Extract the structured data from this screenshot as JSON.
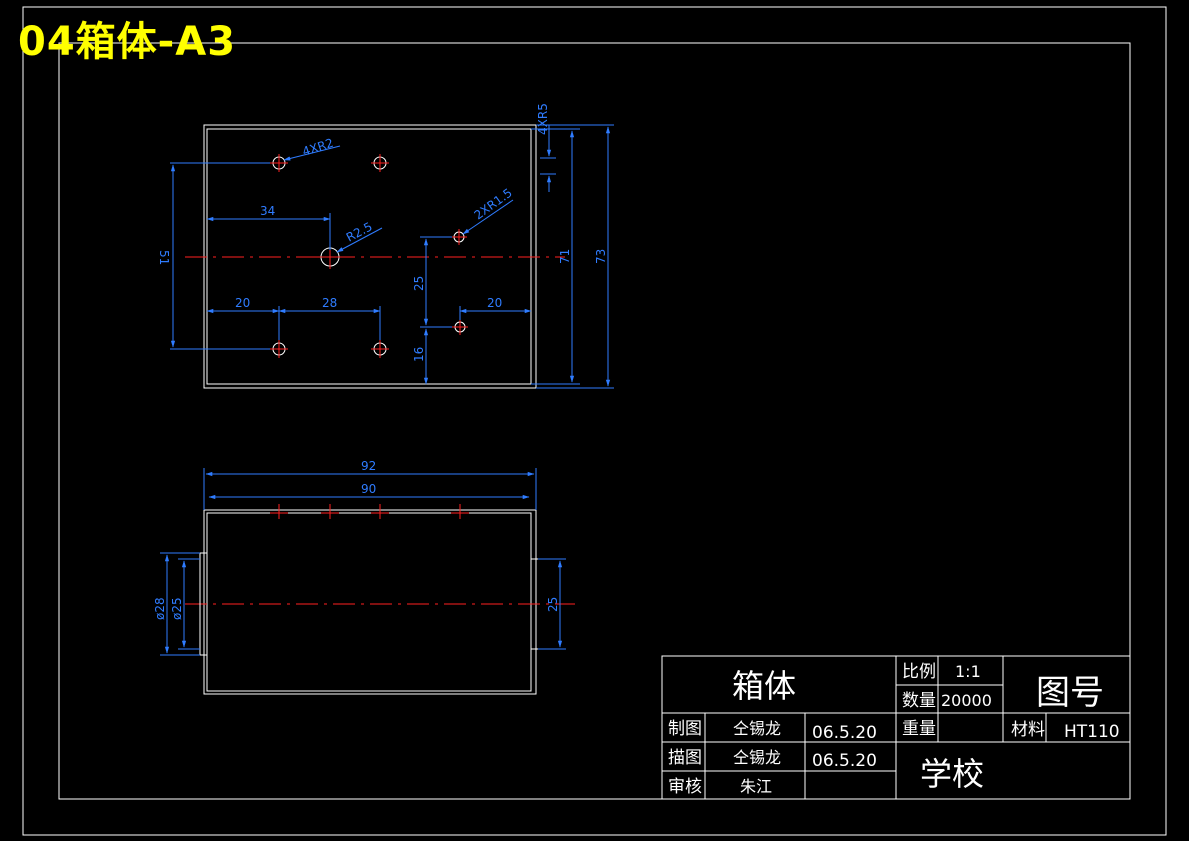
{
  "header": {
    "title": "04箱体-A3"
  },
  "colors": {
    "outline": "#ffffff",
    "dimension": "#2f7cff",
    "centerline": "#ff2020",
    "title": "#ffff00",
    "background": "#000000"
  },
  "top_view": {
    "dims": {
      "holes_4": "4XR2",
      "holes_2": "2XR1.5",
      "big_hole": "R2.5",
      "corner": "4XR5",
      "d34": "34",
      "d51": "51",
      "d20_left": "20",
      "d28": "28",
      "d25": "25",
      "d20_right": "20",
      "d16": "16",
      "d71": "71",
      "d73": "73"
    }
  },
  "front_view": {
    "dims": {
      "d92": "92",
      "d90": "90",
      "phi28": "ø28",
      "phi25": "ø25",
      "d25": "25"
    }
  },
  "title_block": {
    "part_name": "箱体",
    "scale_label": "比例",
    "scale_value": "1:1",
    "qty_label": "数量",
    "qty_value": "20000",
    "weight_label": "重量",
    "drawing_no_label": "图号",
    "material_label": "材料",
    "material_value": "HT110",
    "drawn_label": "制图",
    "drawn_name": "仝锡龙",
    "drawn_date": "06.5.20",
    "traced_label": "描图",
    "traced_name": "仝锡龙",
    "traced_date": "06.5.20",
    "checked_label": "审核",
    "checked_name": "朱江",
    "school": "学校"
  }
}
